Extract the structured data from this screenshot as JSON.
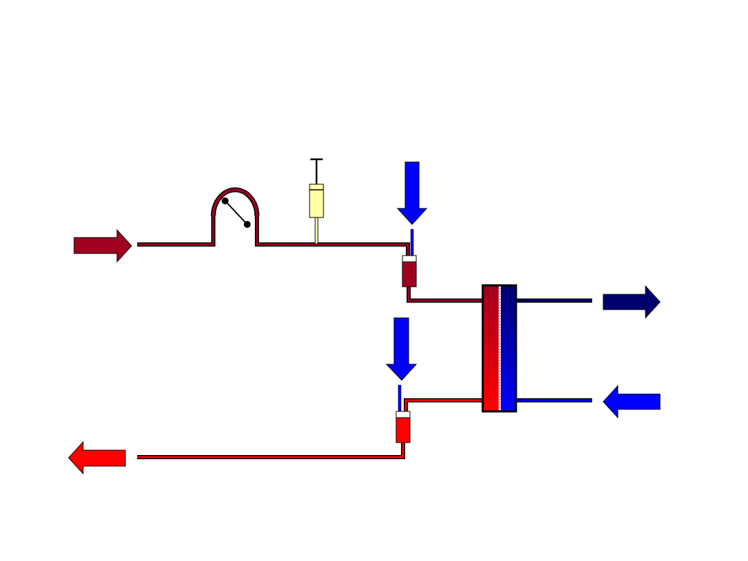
{
  "diagram": {
    "kind": "extracorporeal-circuit",
    "colors": {
      "arterial_dark": "#A00020",
      "arterial_line": "#990022",
      "venous_red": "#FF0000",
      "dialysate_blue": "#0000FF",
      "dialysate_out": "#00006E",
      "syringe_fill": "#FFFFA8",
      "outline": "#000000"
    },
    "arrows": [
      {
        "name": "blood-inlet-arrow",
        "direction": "right",
        "color": "#A00020"
      },
      {
        "name": "blood-return-arrow",
        "direction": "left",
        "color": "#FF0000"
      },
      {
        "name": "dialysate-outlet-arrow",
        "direction": "right",
        "color": "#00006E"
      },
      {
        "name": "dialysate-inlet-arrow",
        "direction": "left",
        "color": "#0000FF"
      },
      {
        "name": "arterial-drip-inflow-arrow",
        "direction": "down",
        "color": "#0000FF"
      },
      {
        "name": "venous-drip-inflow-arrow",
        "direction": "down",
        "color": "#0000FF"
      }
    ],
    "components": [
      {
        "name": "blood-pump",
        "icon": "roller-pump-icon"
      },
      {
        "name": "heparin-syringe",
        "icon": "syringe-icon"
      },
      {
        "name": "arterial-drip-chamber",
        "icon": "drip-chamber-icon"
      },
      {
        "name": "venous-drip-chamber",
        "icon": "drip-chamber-icon"
      },
      {
        "name": "dialyzer",
        "icon": "dialyzer-icon"
      }
    ]
  }
}
